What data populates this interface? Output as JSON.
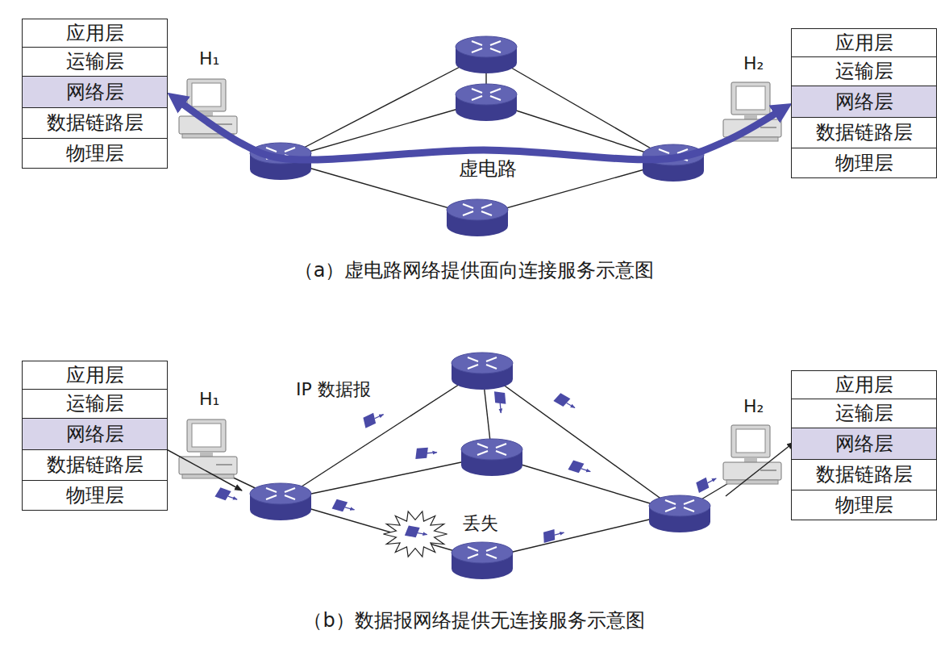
{
  "diagram": {
    "nodes": [
      {
        "text": [
          "应用层"
        ]
      },
      {
        "text": [
          "运输层"
        ]
      },
      {
        "text": [
          "网络层"
        ]
      },
      {
        "text": [
          "数据链路层"
        ]
      },
      {
        "text": [
          "物理层"
        ]
      },
      {
        "text": [
          "应用层"
        ]
      },
      {
        "text": [
          "运输层"
        ]
      },
      {
        "text": [
          "网络层"
        ]
      },
      {
        "text": [
          "数据链路层"
        ]
      },
      {
        "text": [
          "物理层"
        ]
      },
      {
        "text": [
          "应用层"
        ]
      },
      {
        "text": [
          "运输层"
        ]
      },
      {
        "text": [
          "网络层"
        ]
      },
      {
        "text": [
          "数据链路层"
        ]
      },
      {
        "text": [
          "物理层"
        ]
      },
      {
        "text": [
          "应用层"
        ]
      },
      {
        "text": [
          "运输层"
        ]
      },
      {
        "text": [
          "网络层"
        ]
      },
      {
        "text": [
          "数据链路层"
        ]
      },
      {
        "text": [
          "物理层"
        ]
      }
    ],
    "edges": [
      {
        "from": 2,
        "to": 7,
        "arrow": "both"
      }
    ],
    "labels": [
      "H₁",
      "H₂",
      "虚电路",
      "（a）虚电路网络提供面向连接服务示意图",
      "H₁",
      "H₂",
      "IP 数据报",
      "丢失",
      "（b）数据报网络提供无连接服务示意图"
    ]
  }
}
